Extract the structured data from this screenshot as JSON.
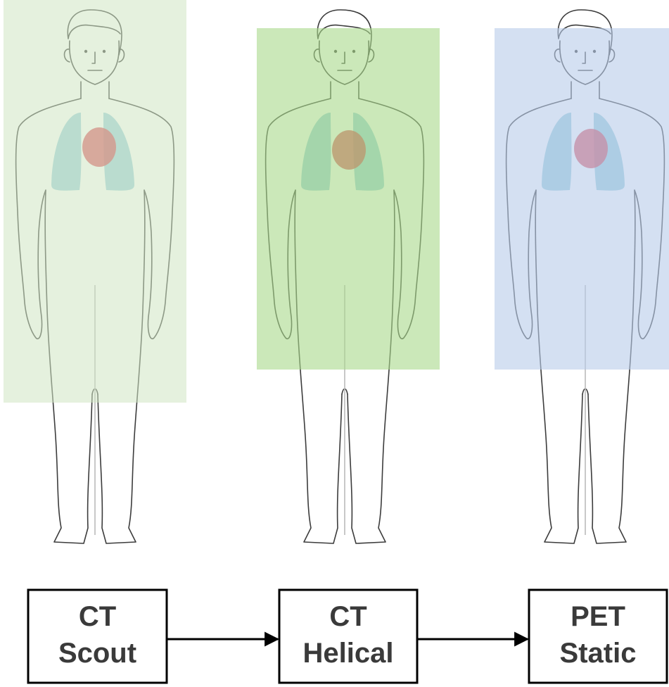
{
  "colors": {
    "scout_region": "#cfe5c2",
    "helical_region": "#a8d98a",
    "pet_region": "#b7cbe9",
    "lungs": "#7fc1d1",
    "heart": "#d93a4a",
    "body_outline": "#3c3c3c",
    "box_border": "#000000",
    "arrow": "#000000"
  },
  "workflow": {
    "steps": [
      {
        "line1": "CT",
        "line2": "Scout",
        "region_color": "scout_region"
      },
      {
        "line1": "CT",
        "line2": "Helical",
        "region_color": "helical_region"
      },
      {
        "line1": "PET",
        "line2": "Static",
        "region_color": "pet_region"
      }
    ]
  }
}
